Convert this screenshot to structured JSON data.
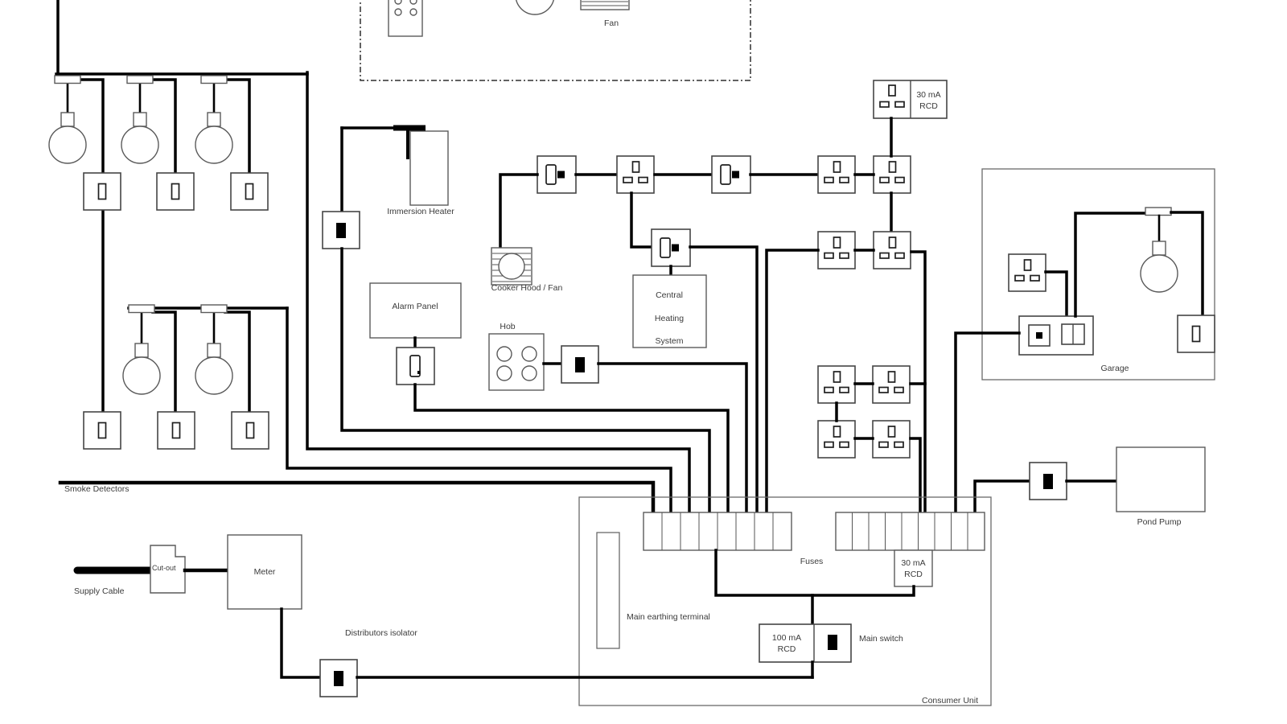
{
  "labels": {
    "fan": "Fan",
    "immersion_heater": "Immersion Heater",
    "alarm_panel": "Alarm Panel",
    "cooker_hood_fan": "Cooker Hood / Fan",
    "hob": "Hob",
    "central_heating_line1": "Central",
    "central_heating_line2": "Heating",
    "central_heating_line3": "System",
    "rcd_30_socket_line1": "30 mA",
    "rcd_30_socket_line2": "RCD",
    "garage": "Garage",
    "pond_pump": "Pond Pump",
    "smoke_detectors": "Smoke Detectors",
    "supply_cable": "Supply Cable",
    "cut_out": "Cut-out",
    "meter": "Meter",
    "distributors_isolator": "Distributors isolator",
    "fuses": "Fuses",
    "cu_rcd_30_line1": "30 mA",
    "cu_rcd_30_line2": "RCD",
    "main_earthing_terminal": "Main earthing terminal",
    "rcd_100_line1": "100 mA",
    "rcd_100_line2": "RCD",
    "main_switch": "Main switch",
    "consumer_unit": "Consumer Unit"
  },
  "colors": {
    "background": "#ffffff",
    "wire": "#000000",
    "device_outline": "#454545",
    "text": "#3b3b3b"
  },
  "component_counts": {
    "pendant_lights": 6,
    "ceiling_roses": 6,
    "light_switches": 7,
    "socket_outlets": 10,
    "fused_units_black": 5,
    "switched_fused_spurs": 3,
    "fuse_ways_left_bank": 8,
    "fuse_ways_right_bank": 9
  }
}
